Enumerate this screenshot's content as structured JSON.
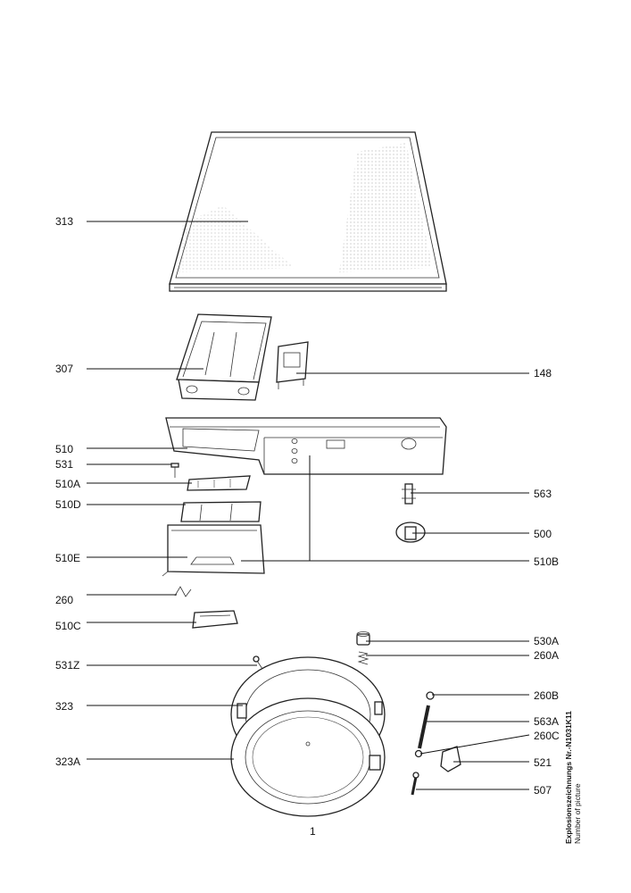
{
  "labels": {
    "l313": "313",
    "l307": "307",
    "l148": "148",
    "l510": "510",
    "l531": "531",
    "l510A": "510A",
    "l510D": "510D",
    "l563": "563",
    "l500": "500",
    "l510E": "510E",
    "l510B": "510B",
    "l260": "260",
    "l510C": "510C",
    "l530A": "530A",
    "l260A": "260A",
    "l531Z": "531Z",
    "l323": "323",
    "l260B": "260B",
    "l563A": "563A",
    "l260C": "260C",
    "l323A": "323A",
    "l521": "521",
    "l507": "507"
  },
  "page_number": "1",
  "side_text": {
    "line1": "Explosionszeichnungs Nr.-N1031K11",
    "line2": "Number of picture"
  }
}
